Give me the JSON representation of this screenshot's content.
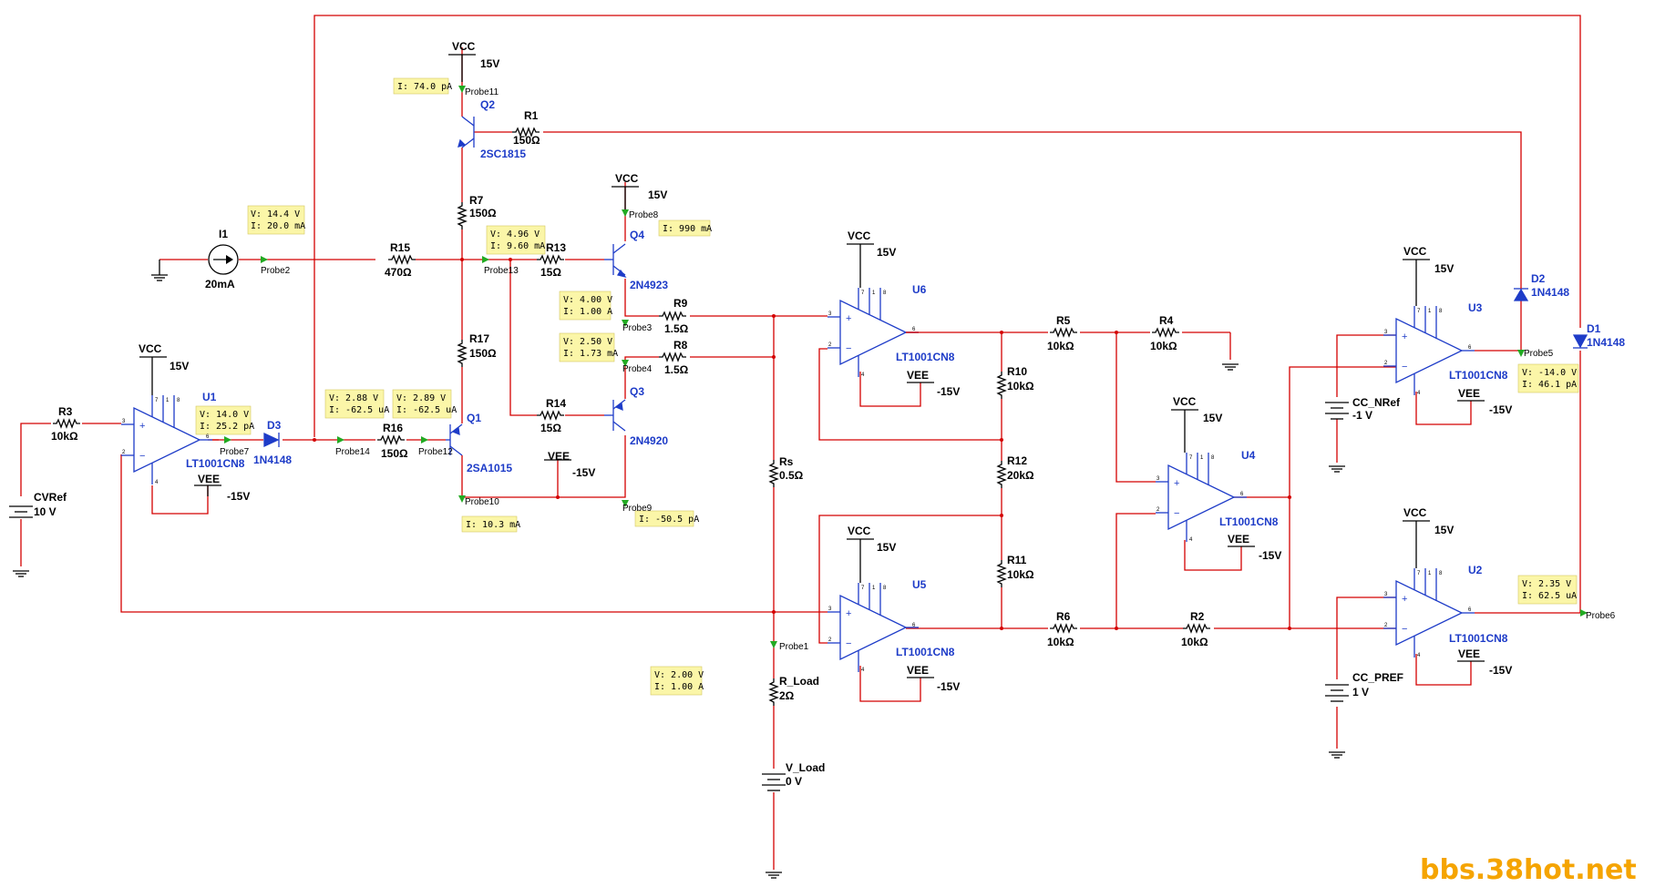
{
  "supplies": {
    "vcc_name": "VCC",
    "vcc_value": "15V",
    "vee_name": "VEE",
    "vee_value": "-15V"
  },
  "components": {
    "I1": {
      "name": "I1",
      "value": "20mA"
    },
    "CVRef": {
      "name": "CVRef",
      "value": "10 V"
    },
    "CC_NRef": {
      "name": "CC_NRef",
      "value": "-1 V"
    },
    "CC_PREF": {
      "name": "CC_PREF",
      "value": "1 V"
    },
    "V_Load": {
      "name": "V_Load",
      "value": "0 V"
    },
    "R1": {
      "name": "R1",
      "value": "150Ω"
    },
    "R2": {
      "name": "R2",
      "value": "10kΩ"
    },
    "R3": {
      "name": "R3",
      "value": "10kΩ"
    },
    "R4": {
      "name": "R4",
      "value": "10kΩ"
    },
    "R5": {
      "name": "R5",
      "value": "10kΩ"
    },
    "R6": {
      "name": "R6",
      "value": "10kΩ"
    },
    "R7": {
      "name": "R7",
      "value": "150Ω"
    },
    "R8": {
      "name": "R8",
      "value": "1.5Ω"
    },
    "R9": {
      "name": "R9",
      "value": "1.5Ω"
    },
    "R10": {
      "name": "R10",
      "value": "10kΩ"
    },
    "R11": {
      "name": "R11",
      "value": "10kΩ"
    },
    "R12": {
      "name": "R12",
      "value": "20kΩ"
    },
    "R13": {
      "name": "R13",
      "value": "15Ω"
    },
    "R14": {
      "name": "R14",
      "value": "15Ω"
    },
    "R15": {
      "name": "R15",
      "value": "470Ω"
    },
    "R16": {
      "name": "R16",
      "value": "150Ω"
    },
    "R17": {
      "name": "R17",
      "value": "150Ω"
    },
    "Rs": {
      "name": "Rs",
      "value": "0.5Ω"
    },
    "R_Load": {
      "name": "R_Load",
      "value": "2Ω"
    },
    "Q1": {
      "name": "Q1",
      "part": "2SA1015"
    },
    "Q2": {
      "name": "Q2",
      "part": "2SC1815"
    },
    "Q3": {
      "name": "Q3",
      "part": "2N4920"
    },
    "Q4": {
      "name": "Q4",
      "part": "2N4923"
    },
    "D1": {
      "name": "D1",
      "part": "1N4148"
    },
    "D2": {
      "name": "D2",
      "part": "1N4148"
    },
    "D3": {
      "name": "D3",
      "part": "1N4148"
    },
    "opamp_part": "LT1001CN8",
    "U1": "U1",
    "U2": "U2",
    "U3": "U3",
    "U4": "U4",
    "U5": "U5",
    "U6": "U6"
  },
  "probes": {
    "p1": "Probe1",
    "p2": "Probe2",
    "p3": "Probe3",
    "p4": "Probe4",
    "p5": "Probe5",
    "p6": "Probe6",
    "p7": "Probe7",
    "p8": "Probe8",
    "p9": "Probe9",
    "p10": "Probe10",
    "p11": "Probe11",
    "p12": "Probe12",
    "p13": "Probe13",
    "p14": "Probe14"
  },
  "readings": {
    "p11": {
      "i": "I: 74.0 pA"
    },
    "p2": {
      "v": "V: 14.4 V",
      "i": "I: 20.0 mA"
    },
    "p13": {
      "v": "V: 4.96 V",
      "i": "I: 9.60 mA"
    },
    "p8": {
      "i": "I: 990 mA"
    },
    "p3": {
      "v": "V: 4.00 V",
      "i": "I: 1.00 A"
    },
    "p4": {
      "v": "V: 2.50 V",
      "i": "I: 1.73 mA"
    },
    "p7": {
      "v": "V: 14.0 V",
      "i": "I: 25.2 pA"
    },
    "p14": {
      "v": "V: 2.88 V",
      "i": "I: -62.5 uA"
    },
    "p12": {
      "v": "V: 2.89 V",
      "i": "I: -62.5 uA"
    },
    "p10": {
      "i": "I: 10.3 mA"
    },
    "p9": {
      "i": "I: -50.5 pA"
    },
    "p1": {
      "v": "V: 2.00 V",
      "i": "I: 1.00 A"
    },
    "p5": {
      "v": "V: -14.0 V",
      "i": "I: 46.1 pA"
    },
    "p6": {
      "v": "V: 2.35 V",
      "i": "I: 62.5 uA"
    }
  },
  "pins": {
    "plus": "+",
    "minus": "−",
    "n2": "2",
    "n3": "3",
    "n4": "4",
    "n6": "6",
    "n7": "7",
    "n1": "1",
    "n8": "8"
  },
  "watermark": "bbs.38hot.net",
  "colors": {
    "wire": "#d40000",
    "symbol": "#000000",
    "part": "#1e3cc8",
    "probe": "#22aa22",
    "tag": "#fbf6a8",
    "watermark": "#f5a400"
  }
}
